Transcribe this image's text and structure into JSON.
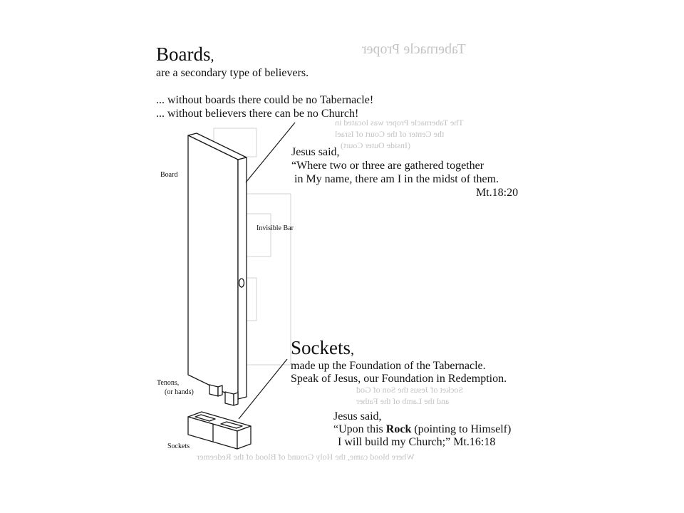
{
  "boards": {
    "heading": "Boards",
    "heading_comma": ",",
    "subtitle": "are a secondary type of believers.",
    "line1": "... without boards there could be no Tabernacle!",
    "line2": "... without believers there can be no Church!"
  },
  "quote1": {
    "intro": "Jesus said,",
    "line1": "“Where two or three are gathered together",
    "line2": "in My name, there am I in the midst of them.",
    "ref": "Mt.18:20"
  },
  "sockets": {
    "heading": "Sockets",
    "heading_comma": ",",
    "line1": "made up the Foundation of the Tabernacle.",
    "line2": "Speak of Jesus, our Foundation in Redemption."
  },
  "quote2": {
    "intro": "Jesus said,",
    "line1_pre": "“Upon this ",
    "line1_bold": "Rock",
    "line1_post": " (pointing to Himself)",
    "line2": "I will build my Church;” Mt.16:18"
  },
  "labels": {
    "board": "Board",
    "invisible_bar": "Invisible Bar",
    "tenons": "Tenons,",
    "tenons_sub": "(or hands)",
    "sockets": "Sockets"
  },
  "ghost": {
    "title": "Tabernacle Proper",
    "line1": "The Tabernacle Proper was located in",
    "line2": "the Center of the Court of Israel",
    "line3": "(Inside Outer Court)",
    "line4": "Socket of Jesus the Son of God",
    "line5": "and the Lamb of the Father",
    "line6": "Where blood came, the Holy Ground of Blood of the Redeemer"
  }
}
